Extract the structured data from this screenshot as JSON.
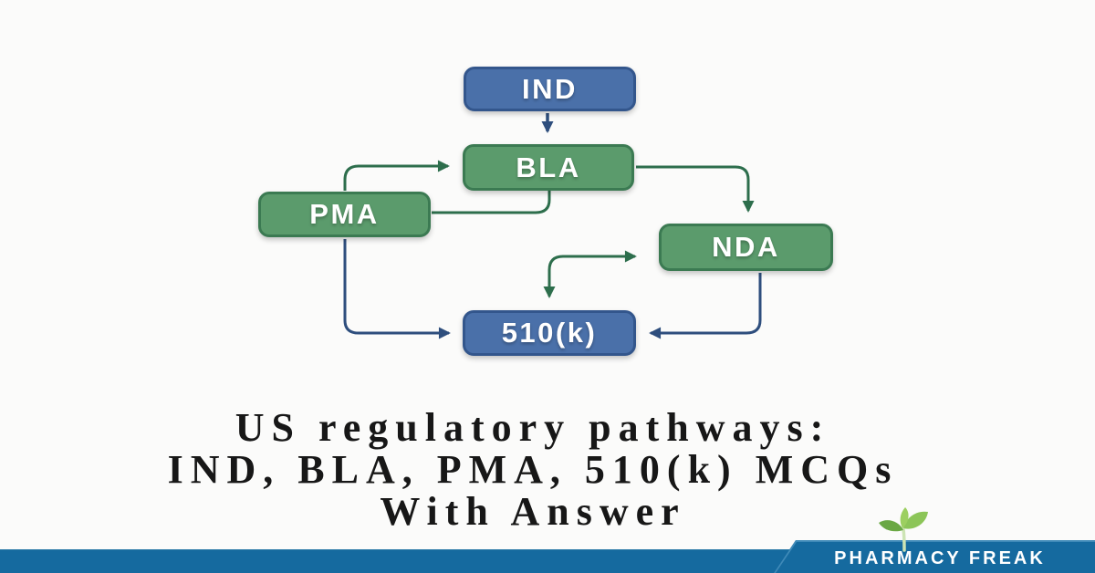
{
  "background_color": "#fbfbfa",
  "diagram": {
    "nodes": [
      {
        "id": "ind",
        "label": "IND",
        "type": "blue"
      },
      {
        "id": "bla",
        "label": "BLA",
        "type": "green"
      },
      {
        "id": "pma",
        "label": "PMA",
        "type": "green"
      },
      {
        "id": "nda",
        "label": "NDA",
        "type": "green"
      },
      {
        "id": "k510",
        "label": "510(k)",
        "type": "blue"
      }
    ],
    "edges": [
      {
        "from": "IND",
        "to": "BLA",
        "color": "blue",
        "arrowheads": "end"
      },
      {
        "from": "PMA",
        "to": "BLA",
        "color": "green",
        "arrowheads": "end"
      },
      {
        "from": "BLA",
        "to": "PMA",
        "color": "green",
        "arrowheads": "none"
      },
      {
        "from": "BLA",
        "to": "NDA",
        "color": "green",
        "arrowheads": "end"
      },
      {
        "from": "510(k)",
        "to": "NDA",
        "color": "green",
        "arrowheads": "both"
      },
      {
        "from": "NDA",
        "to": "510(k)",
        "color": "blue",
        "arrowheads": "end"
      },
      {
        "from": "PMA",
        "to": "510(k)",
        "color": "blue",
        "arrowheads": "end"
      }
    ],
    "colors": {
      "node_blue_fill": "#4a70a9",
      "node_blue_border": "#33568c",
      "node_green_fill": "#5b9b6c",
      "node_green_border": "#3b7a52",
      "arrow_green": "#2d6e4c",
      "arrow_blue": "#2e4e7d",
      "node_text": "#ffffff"
    }
  },
  "title": {
    "line1": "US regulatory pathways:",
    "line2": "IND, BLA, PMA, 510(k) MCQs",
    "line3": "With Answer",
    "color": "#171717"
  },
  "footer": {
    "brand": "PHARMACY FREAK",
    "bar_color": "#156a9f",
    "text_color": "#ffffff",
    "logo_icon": "sprout-icon",
    "logo_colors": {
      "leaf_light": "#8cc558",
      "leaf_dark": "#6aa844",
      "stem": "#cde4b4"
    }
  }
}
